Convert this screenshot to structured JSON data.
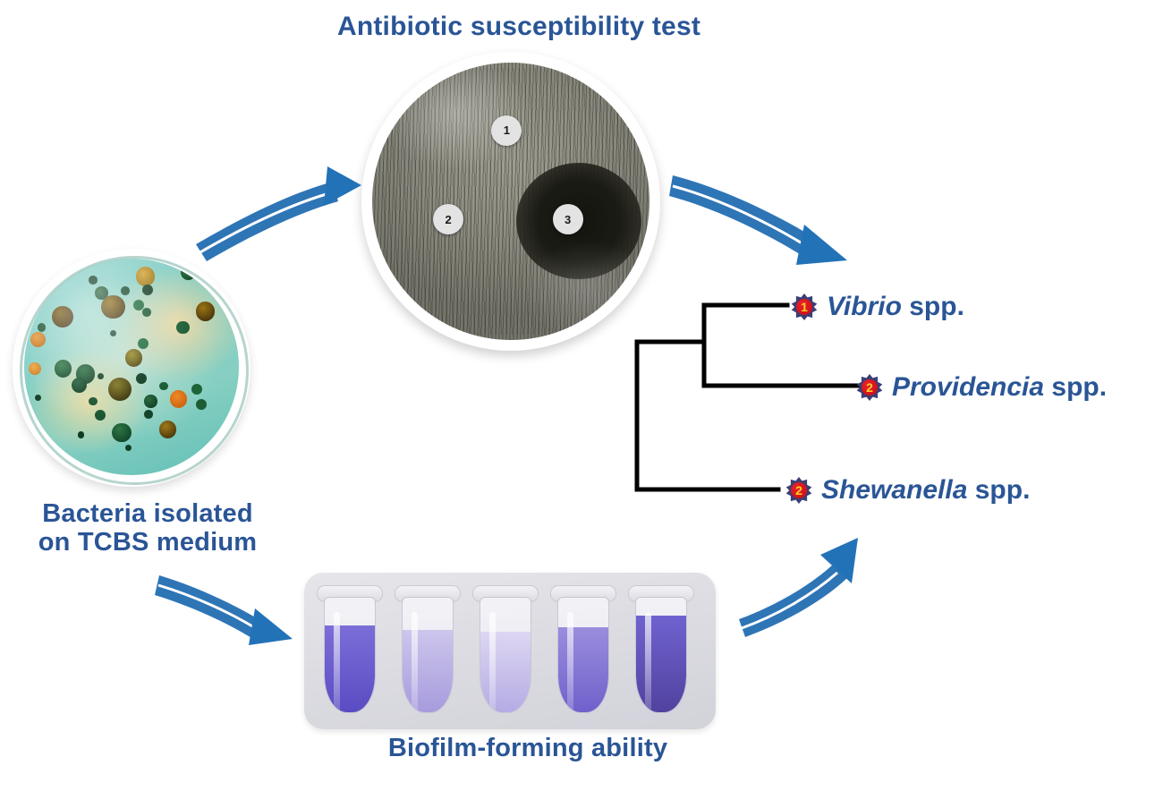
{
  "figure": {
    "title_antibiotic": "Antibiotic susceptibility test",
    "caption_tcbs": "Bacteria isolated\non TCBS medium",
    "caption_biofilm": "Biofilm-forming ability",
    "accent_blue": "#2a5596",
    "arrow_blue": "#2e75b6",
    "badge_red": "#d1121a",
    "badge_navy": "#3b3f76",
    "badge_numeral": "#ffd21f"
  },
  "antibiotic_plate": {
    "name": "antibiotic-susceptibility-plate",
    "disks": [
      {
        "label": "1",
        "inhibition_zone": "none"
      },
      {
        "label": "2",
        "inhibition_zone": "none"
      },
      {
        "label": "3",
        "inhibition_zone": "large"
      }
    ]
  },
  "tcbs_plate": {
    "name": "tcbs-agar-plate",
    "medium_color": "#7fcdc4",
    "colony_colors": [
      "#1f5d3a",
      "#0e3d24",
      "#c97a12",
      "#e8842a",
      "#7a6a18",
      "#2f7a45"
    ]
  },
  "biofilm": {
    "name": "biofilm-tube-tray",
    "tube_count": 5,
    "tubes": [
      {
        "index": 1,
        "intensity": "strong",
        "color": "#6c5fcf"
      },
      {
        "index": 2,
        "intensity": "weak",
        "color": "#b3a9e0"
      },
      {
        "index": 3,
        "intensity": "very-weak",
        "color": "#c6bde8"
      },
      {
        "index": 4,
        "intensity": "moderate",
        "color": "#8b7fd6"
      },
      {
        "index": 5,
        "intensity": "strongest",
        "color": "#6255c8"
      }
    ]
  },
  "dendrogram": {
    "name": "species-dendrogram",
    "leaves": [
      {
        "badge": "1",
        "italic": "Vibrio",
        "suffix": " spp."
      },
      {
        "badge": "2",
        "italic": "Providencia",
        "suffix": " spp."
      },
      {
        "badge": "2",
        "italic": "Shewanella",
        "suffix": " spp."
      }
    ]
  },
  "arrows": [
    {
      "name": "arrow-tcbs-to-antibiotic"
    },
    {
      "name": "arrow-antibiotic-to-dendrogram"
    },
    {
      "name": "arrow-tcbs-to-biofilm"
    },
    {
      "name": "arrow-biofilm-to-dendrogram"
    }
  ]
}
